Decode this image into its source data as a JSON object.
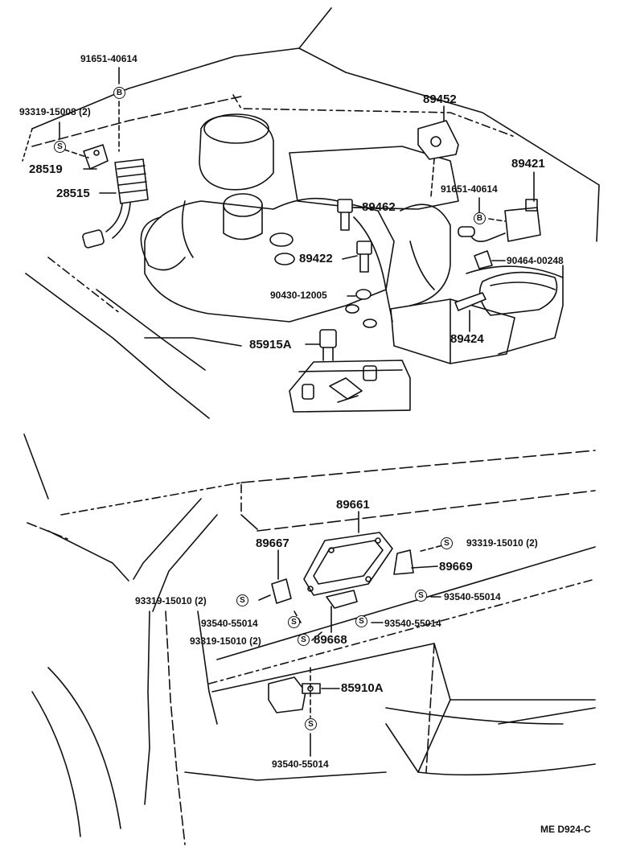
{
  "diagram": {
    "parts": {
      "p91651_top": "91651-40614",
      "p93319_15008": "93319-15008 (2)",
      "p28519": "28519",
      "p28515": "28515",
      "p89452": "89452",
      "p89421": "89421",
      "p91651_right": "91651-40614",
      "p89462": "89462",
      "p89422": "89422",
      "p90464": "90464-00248",
      "p90430": "90430-12005",
      "p89424": "89424",
      "p85915a": "85915A",
      "p89661": "89661",
      "p89667": "89667",
      "p93319_15010_r": "93319-15010 (2)",
      "p89669": "89669",
      "p93319_15010_l": "93319-15010 (2)",
      "p93540_r": "93540-55014",
      "p93540_l": "93540-55014",
      "p93540_c": "93540-55014",
      "p93319_15010_b": "93319-15010 (2)",
      "p89668": "89668",
      "p85910a": "85910A",
      "p93540_bottom": "93540-55014"
    },
    "symbols": {
      "washer_symbol": "S",
      "nut_symbol": "B"
    },
    "drawing_code": "ME D924-C"
  }
}
